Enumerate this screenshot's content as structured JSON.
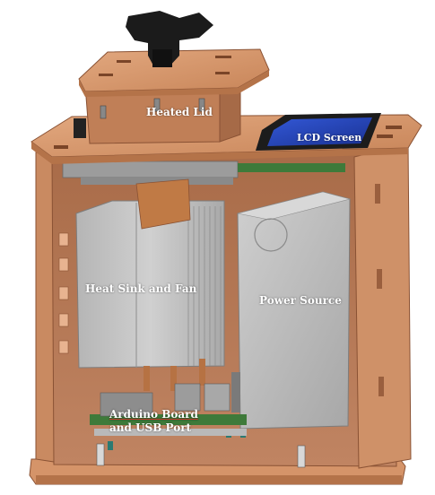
{
  "labels": {
    "heated_lid": "Heated Lid",
    "lcd_screen": "LCD Screen",
    "heat_sink": "Heat Sink and Fan",
    "power_source": "Power Source",
    "arduino_line1": "Arduino Board",
    "arduino_line2": "and USB Port"
  },
  "colors": {
    "wood": "#d89a72",
    "wood_dark": "#b5764f",
    "wood_edge": "#8a5234",
    "heatsink": "#c4c4c4",
    "heatsink_dark": "#9a9a9a",
    "power_supply": "#bdbdbd",
    "copper": "#c07a45",
    "lcd": "#2347b8",
    "pcb": "#3e7a3a",
    "knob": "#1b1b1b"
  }
}
